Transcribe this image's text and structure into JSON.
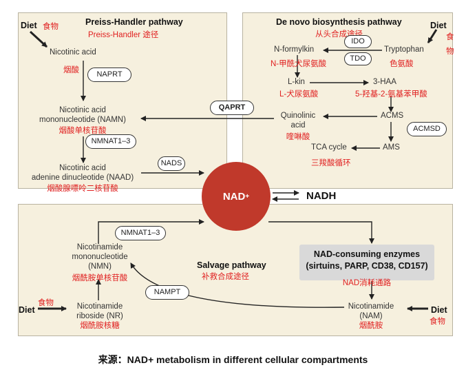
{
  "preiss": {
    "title": "Preiss-Handler pathway",
    "title_cn": "Preiss-Handler 途径",
    "diet": "Diet",
    "diet_cn": "食物",
    "na": "Nicotinic acid",
    "na_cn": "烟酸",
    "naprt": "NAPRT",
    "namn_1": "Nicotinic acid",
    "namn_2": "mononucleotide (NAMN)",
    "namn_cn": "烟酸单核苷酸",
    "nmnat": "NMNAT1–3",
    "naad_1": "Nicotinic acid",
    "naad_2": "adenine dinucleotide (NAAD)",
    "naad_cn": "烟酸腺嘌呤二核苷酸",
    "nads": "NADS"
  },
  "denovo": {
    "title": "De novo biosynthesis pathway",
    "title_cn": "从头合成途径",
    "diet": "Diet",
    "diet_cn_1": "食",
    "diet_cn_2": "物",
    "ido": "IDO",
    "tdo": "TDO",
    "tryptophan": "Tryptophan",
    "tryptophan_cn": "色氨酸",
    "nformyl": "N-formylkin",
    "nformyl_cn": "N-甲酰犬尿氨酸",
    "lkin": "L-kin",
    "lkin_cn": "L-犬尿氨酸",
    "haa": "3-HAA",
    "haa_cn": "5-羟基-2-氨基苯甲酸",
    "acms": "ACMS",
    "acmsd": "ACMSD",
    "quin_1": "Quinolinic",
    "quin_2": "acid",
    "quin_cn": "喹啉酸",
    "ams": "AMS",
    "tca": "TCA cycle",
    "tca_cn": "三羧酸循环",
    "qaprt": "QAPRT"
  },
  "center": {
    "nad": "NAD",
    "nad_sup": "+",
    "nadh": "NADH"
  },
  "salvage": {
    "title": "Salvage pathway",
    "title_cn": "补救合成途径",
    "nmnat": "NMNAT1–3",
    "nmn_1": "Nicotinamide",
    "nmn_2": "mononucleotide",
    "nmn_3": "(NMN)",
    "nmn_cn": "烟酰胺单核苷酸",
    "namp": "NAMPT",
    "nr_1": "Nicotinamide",
    "nr_2": "riboside (NR)",
    "nr_cn": "烟酰胺核糖",
    "diet_l": "Diet",
    "diet_l_cn": "食物",
    "consume_1": "NAD-consuming enzymes",
    "consume_2": "(sirtuins, PARP, CD38, CD157)",
    "consume_cn": "NAD消耗通路",
    "nam_1": "Nicotinamide",
    "nam_2": "(NAM)",
    "nam_cn": "烟酰胺",
    "diet_r": "Diet",
    "diet_r_cn": "食物"
  },
  "caption": "来源：NAD+ metabolism in different cellular compartments"
}
